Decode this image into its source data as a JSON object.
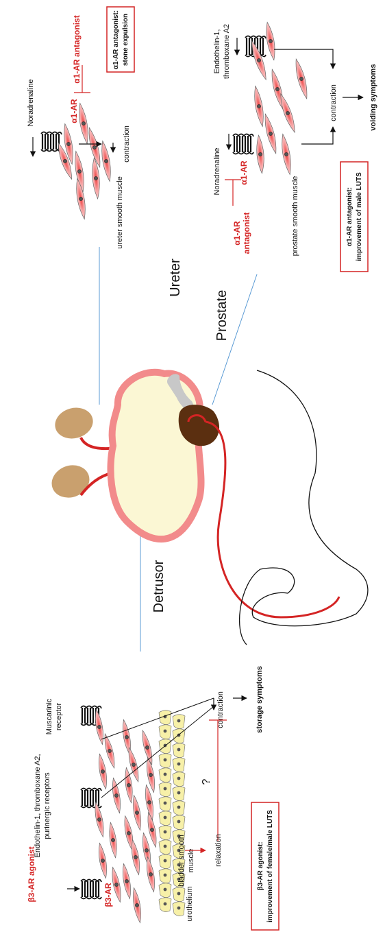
{
  "ureter_panel": {
    "noradrenaline": "Noradrenaline",
    "receptor": "α1-AR",
    "antagonist": "α1-AR antagonist",
    "contraction": "contraction",
    "tissue": "ureter smooth muscle",
    "outcome_box": [
      "α1-AR antagonist:",
      "stone expulsion"
    ]
  },
  "prostate_panel": {
    "endothelin": [
      "Endothelin-1,",
      "thromboxane A2"
    ],
    "noradrenaline": "Noradrenaline",
    "receptor": "α1-AR",
    "antagonist": [
      "α1-AR",
      "antagonist"
    ],
    "contraction": "contraction",
    "voiding": "voiding symptoms",
    "tissue": "prostate smooth muscle",
    "outcome_box": [
      "α1-AR antagonist:",
      "improvement of male LUTS"
    ]
  },
  "organ_labels": {
    "ureter": "Ureter",
    "prostate": "Prostate",
    "detrusor": "Detrusor"
  },
  "bladder_panel": {
    "endothelin": [
      "Endothelin-1, thromboxane A2,",
      "purinergic receptors"
    ],
    "muscarinic": [
      "Muscarinic",
      "receptor"
    ],
    "beta_agonist": "β3-AR agonist",
    "beta_receptor": "β3-AR",
    "question": "?",
    "relaxation": "relaxation",
    "contraction": "contraction",
    "storage": "storage symptoms",
    "bladder_muscle": [
      "bladder smooth",
      "muscle"
    ],
    "urothelium": "urothelium",
    "outcome_box": [
      "β3-AR agonist:",
      "improvement of female/male LUTS"
    ]
  },
  "colors": {
    "red": "#d42424",
    "kidney": "#c9a06e",
    "bladder_wall": "#f28b8b",
    "bladder_fill": "#fbf7d4",
    "prostate": "#5b2f10",
    "cell_fill": "#f7b1b1",
    "urothelium": "#f7f0a8"
  }
}
